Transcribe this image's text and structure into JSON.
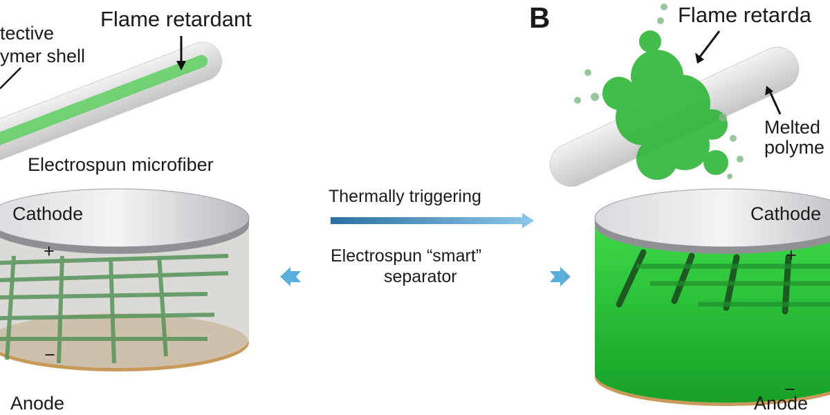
{
  "panel_a": {
    "shell_label_line1": "tective",
    "shell_label_line2": "ymer shell",
    "flame_retardant_label": "Flame retardant",
    "microfiber_label": "Electrospun microfiber",
    "cathode_label": "Cathode",
    "anode_label": "Anode",
    "plus_sign": "+",
    "minus_sign": "−"
  },
  "center": {
    "trigger_label": "Thermally triggering",
    "separator_line1": "Electrospun “smart”",
    "separator_line2": "separator"
  },
  "panel_b": {
    "panel_letter": "B",
    "flame_retardant_label": "Flame retarda",
    "melted_line1": "Melted",
    "melted_line2": "polyme",
    "cathode_label": "Cathode",
    "anode_label": "Anode",
    "plus_sign": "+",
    "minus_sign": "−"
  },
  "colors": {
    "green": "#2fc23a",
    "arrow_blue": "#3d8fc4",
    "metal": "#c9cbcf",
    "copper": "#c89a5a"
  }
}
